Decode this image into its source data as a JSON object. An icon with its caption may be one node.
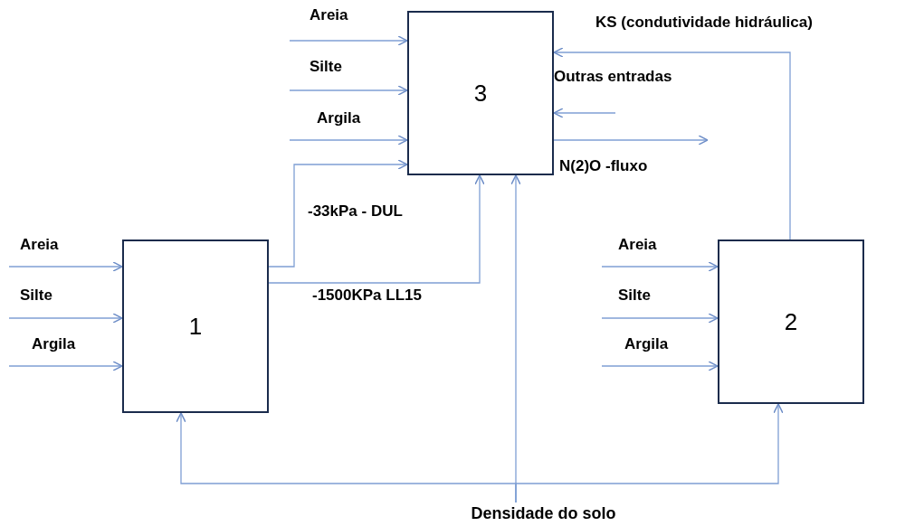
{
  "diagram": {
    "nodes": [
      {
        "text": [
          "3"
        ]
      },
      {
        "text": [
          "1"
        ]
      },
      {
        "text": [
          "2"
        ]
      },
      {
        "text": [
          "Densidade do solo"
        ]
      }
    ],
    "edges": [
      {
        "from": null,
        "to": 0,
        "arrow": "to",
        "label": "Areia"
      },
      {
        "from": null,
        "to": 0,
        "arrow": "to",
        "label": "Silte"
      },
      {
        "from": null,
        "to": 0,
        "arrow": "to",
        "label": "Argila"
      },
      {
        "from": 1,
        "to": 0,
        "arrow": "to",
        "label": "-33kPa - DUL"
      },
      {
        "from": 1,
        "to": 0,
        "arrow": "to",
        "label": "-1500KPa LL15"
      },
      {
        "from": 2,
        "to": 0,
        "arrow": "to",
        "label": "KS (condutividade hidráulica)"
      },
      {
        "from": null,
        "to": 0,
        "arrow": "to",
        "label": "Outras entradas"
      },
      {
        "from": 0,
        "to": null,
        "arrow": "to",
        "label": "N(2)O -fluxo"
      },
      {
        "from": null,
        "to": 1,
        "arrow": "to",
        "label": "Areia"
      },
      {
        "from": null,
        "to": 1,
        "arrow": "to",
        "label": "Silte"
      },
      {
        "from": null,
        "to": 1,
        "arrow": "to",
        "label": "Argila"
      },
      {
        "from": null,
        "to": 2,
        "arrow": "to",
        "label": "Areia"
      },
      {
        "from": null,
        "to": 2,
        "arrow": "to",
        "label": "Silte"
      },
      {
        "from": null,
        "to": 2,
        "arrow": "to",
        "label": "Argila"
      },
      {
        "from": 3,
        "to": 1,
        "arrow": "to"
      },
      {
        "from": 3,
        "to": 0,
        "arrow": "to"
      },
      {
        "from": 3,
        "to": 2,
        "arrow": "to"
      }
    ]
  }
}
